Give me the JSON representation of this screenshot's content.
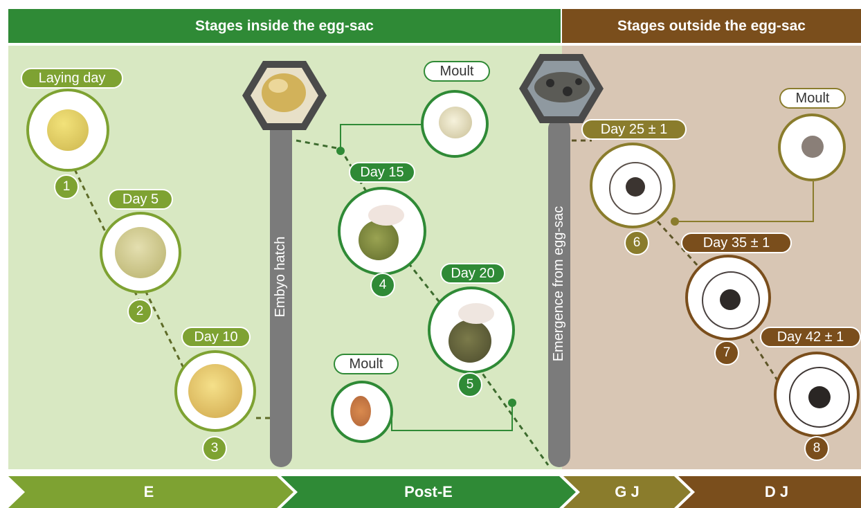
{
  "headers": {
    "inside": "Stages inside the egg-sac",
    "outside": "Stages outside the egg-sac"
  },
  "stages": {
    "s1": {
      "label": "Laying day",
      "num": "1"
    },
    "s2": {
      "label": "Day 5",
      "num": "2"
    },
    "s3": {
      "label": "Day 10",
      "num": "3"
    },
    "s4": {
      "label": "Day 15",
      "num": "4"
    },
    "s5": {
      "label": "Day 20",
      "num": "5"
    },
    "s6": {
      "label": "Day 25 ± 1",
      "num": "6"
    },
    "s7": {
      "label": "Day 35 ± 1",
      "num": "7"
    },
    "s8": {
      "label": "Day 42 ± 1",
      "num": "8"
    }
  },
  "moults": {
    "m1": "Moult",
    "m2": "Moult",
    "m3": "Moult"
  },
  "events": {
    "hatch": "Embyo hatch",
    "emergence": "Emergence from egg-sac"
  },
  "phases": {
    "e": "E",
    "post_e": "Post-E",
    "gj": "G J",
    "dj": "D J"
  },
  "colors": {
    "light_green": "#7ea232",
    "dark_green": "#2f8a36",
    "olive": "#8a7c2c",
    "brown": "#7a4e1c",
    "panel_green": "#d8e8c2",
    "panel_brown": "#d8c6b4",
    "bar_gray": "#7b7b7b"
  }
}
